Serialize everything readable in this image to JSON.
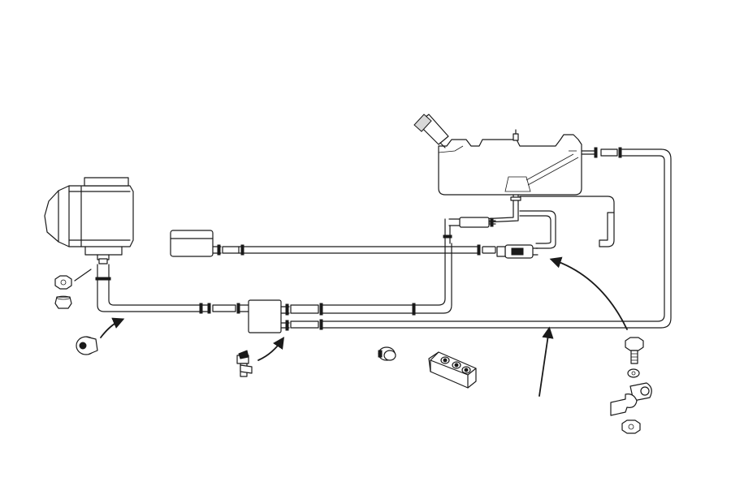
{
  "figure": {
    "components": [
      {
        "id": "heater-unit",
        "icon": "heater-icon"
      },
      {
        "id": "fuel-tank",
        "icon": "fuel-tank-icon"
      },
      {
        "id": "fuel-pump",
        "icon": "fuel-pump-icon"
      },
      {
        "id": "fuel-filter",
        "icon": "fuel-filter-icon"
      },
      {
        "id": "small-reservoir",
        "icon": "reservoir-icon"
      },
      {
        "id": "standpipe",
        "icon": "standpipe-icon"
      },
      {
        "id": "hose-clip",
        "icon": "hose-clip-icon"
      },
      {
        "id": "mounting-bracket",
        "icon": "bracket-icon"
      },
      {
        "id": "fastener-kit",
        "icon": "bolt-icon"
      }
    ],
    "colors": {
      "line": "#1a1a1a",
      "background": "#ffffff",
      "shade": "#d8d8d8"
    }
  }
}
